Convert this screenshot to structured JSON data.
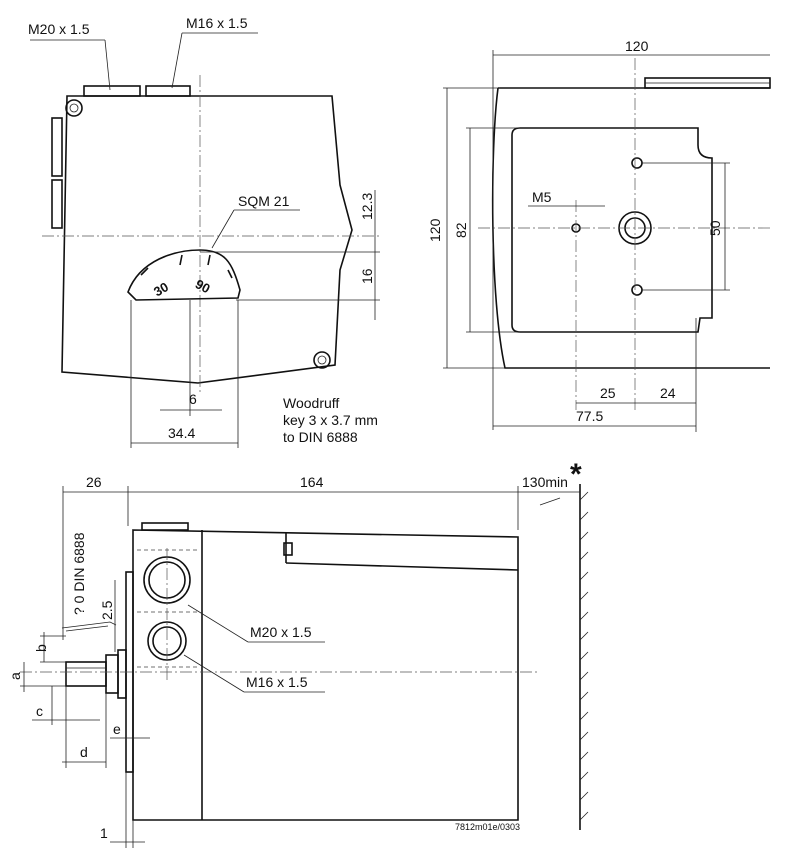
{
  "top_left_view": {
    "label_m20": "M20 x 1.5",
    "label_m16": "M16 x 1.5",
    "model": "SQM 21",
    "scale_30": "30",
    "scale_90": "90",
    "dim_12_3": "12.3",
    "dim_16": "16",
    "dim_6": "6",
    "dim_34_4": "34.4",
    "woodruff_line1": "Woodruff",
    "woodruff_line2": "key 3 x 3.7 mm",
    "woodruff_line3": "to DIN 6888"
  },
  "top_right_view": {
    "dim_120_w": "120",
    "dim_120_h": "120",
    "dim_82": "82",
    "dim_50": "50",
    "label_m5": "M5",
    "dim_25": "25",
    "dim_24": "24",
    "dim_77_5": "77.5"
  },
  "side_view": {
    "dim_26": "26",
    "dim_164": "164",
    "dim_130min": "130min",
    "din_label": "? 0 DIN 6888",
    "dim_2_5": "2.5",
    "label_m20": "M20 x 1.5",
    "label_m16": "M16 x 1.5",
    "dim_a": "a",
    "dim_b": "b",
    "dim_c": "c",
    "dim_d": "d",
    "dim_e": "e",
    "dim_1": "1",
    "drawing_number": "7812m01e/0303",
    "clearance_mark": "*"
  }
}
